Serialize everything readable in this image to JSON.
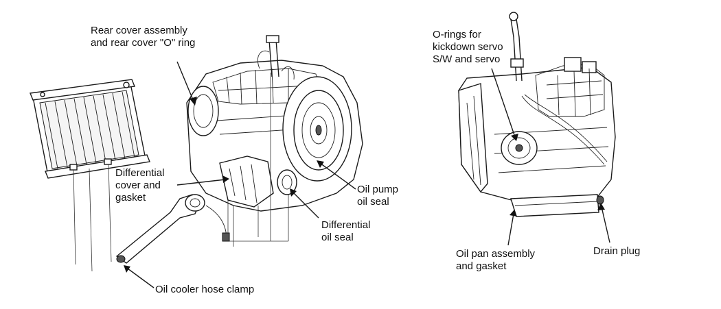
{
  "labels": {
    "rear_cover": "Rear cover assembly\nand rear cover \"O\" ring",
    "differential_cover": "Differential\ncover and\ngasket",
    "oil_pump_seal": "Oil pump\noil seal",
    "differential_seal": "Differential\noil seal",
    "oil_cooler_clamp": "Oil cooler hose clamp",
    "o_rings": "O-rings for\nkickdown servo\nS/W and servo",
    "oil_pan": "Oil pan assembly\nand gasket",
    "drain_plug": "Drain plug"
  },
  "colors": {
    "ink": "#111111",
    "background": "#ffffff",
    "shade": "#d9d9d9"
  }
}
